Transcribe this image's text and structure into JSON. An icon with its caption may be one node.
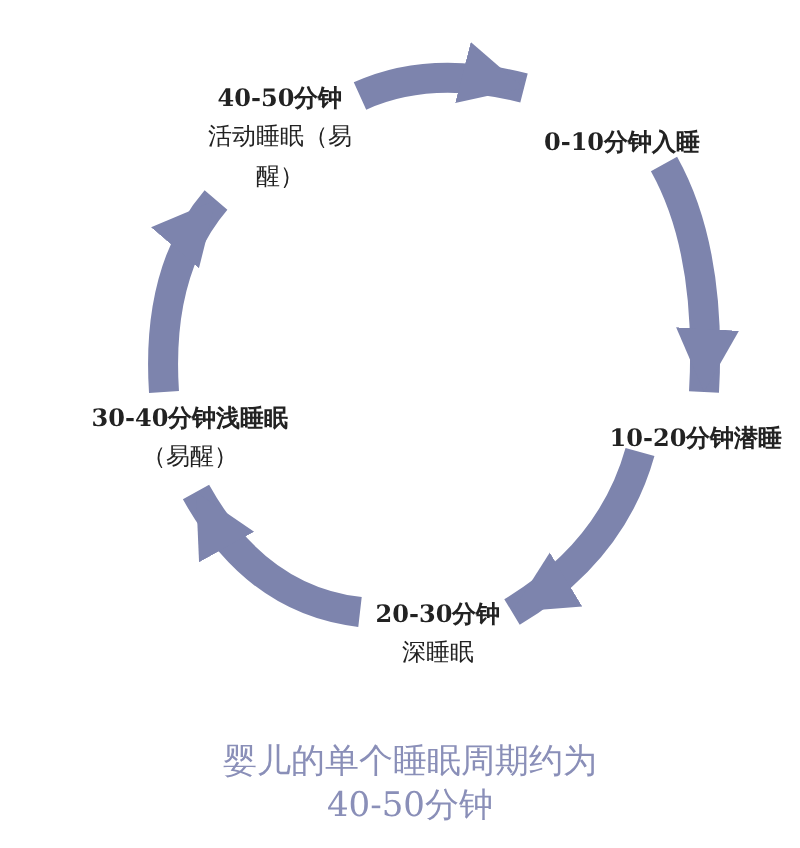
{
  "diagram": {
    "caption": "婴儿的单个睡眠周期约为40-50分钟",
    "nodes": [
      {
        "text": [
          "40-50分钟",
          "活动睡眠（易醒）"
        ]
      },
      {
        "text": [
          "0-10分钟入睡"
        ]
      },
      {
        "text": [
          "10-20分钟潜睡"
        ]
      },
      {
        "text": [
          "20-30分钟",
          "深睡眠"
        ]
      },
      {
        "text": [
          "30-40分钟浅睡眠",
          "（易醒）"
        ]
      }
    ],
    "edges": [
      {
        "from": 0,
        "to": 1,
        "arrow": "to"
      },
      {
        "from": 1,
        "to": 2,
        "arrow": "to"
      },
      {
        "from": 2,
        "to": 3,
        "arrow": "to"
      },
      {
        "from": 3,
        "to": 4,
        "arrow": "to"
      },
      {
        "from": 4,
        "to": 0,
        "arrow": "to"
      }
    ]
  }
}
